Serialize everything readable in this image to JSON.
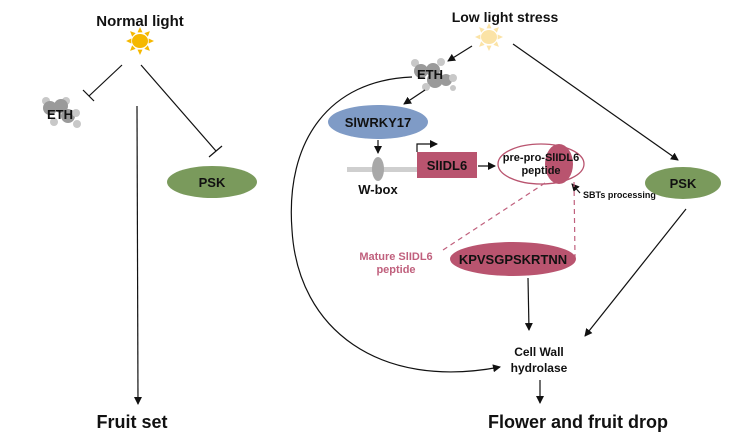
{
  "left_panel": {
    "title": "Normal light",
    "eth_label": "ETH",
    "psk_label": "PSK",
    "outcome": "Fruit set"
  },
  "right_panel": {
    "title": "Low light stress",
    "eth_label": "ETH",
    "tf_label": "SlWRKY17",
    "wbox_label": "W-box",
    "gene_label": "SlIDL6",
    "prepro_line1": "pre-pro-SlIDL6",
    "prepro_line2": "peptide",
    "sbt_label": "SBTs processing",
    "psk_label": "PSK",
    "mature_line1": "Mature SlIDL6",
    "mature_line2": "peptide",
    "mature_seq": "KPVSGPSKRTNN",
    "cwh_line1": "Cell Wall",
    "cwh_line2": "hydrolase",
    "outcome": "Flower and fruit drop"
  },
  "colors": {
    "sun_normal": "#f5b800",
    "sun_low": "#fbe3a6",
    "eth_gray": "#9a9a9a",
    "psk_green": "#7a9a5c",
    "wrky_blue": "#7f9bc6",
    "idl_pink": "#b9546f",
    "mature_text": "#c0607d",
    "dna_gray": "#cfcfcf"
  }
}
